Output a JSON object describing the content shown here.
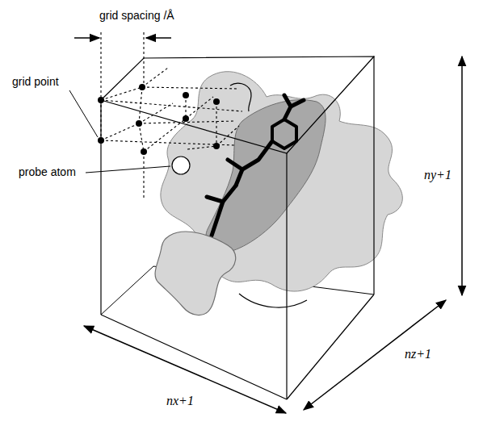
{
  "diagram": {
    "labels": [
      "grid spacing /Å",
      "grid point",
      "probe atom",
      "ny+1",
      "nz+1",
      "nx+1"
    ]
  }
}
